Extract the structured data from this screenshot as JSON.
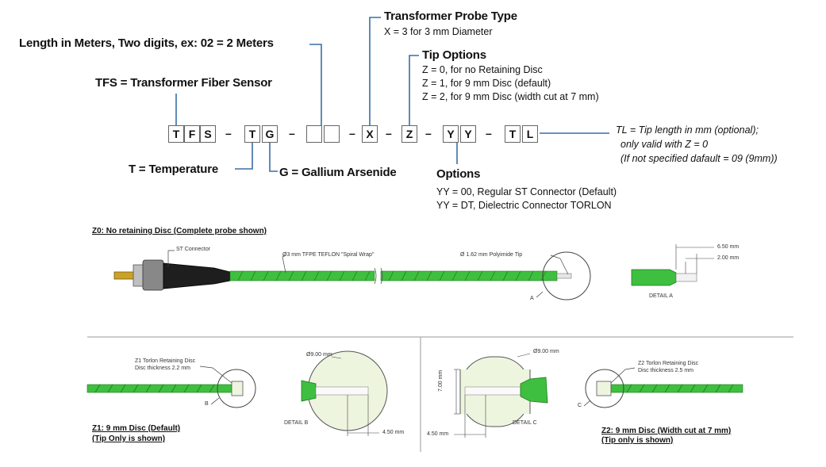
{
  "code": {
    "boxes": [
      "T",
      "F",
      "S",
      "T",
      "G",
      "",
      "",
      "X",
      "Z",
      "Y",
      "Y",
      "T",
      "L"
    ],
    "separator": "–"
  },
  "labels": {
    "probe_type_title": "Transformer Probe Type",
    "probe_type_desc": "X = 3 for 3 mm Diameter",
    "length": "Length in Meters, Two digits, ex: 02 = 2 Meters",
    "tfs": "TFS = Transformer Fiber Sensor",
    "tip_options_title": "Tip Options",
    "tip_options": [
      "Z = 0, for no Retaining Disc",
      "Z = 1, for 9 mm Disc (default)",
      "Z = 2, for 9 mm Disc (width cut at 7 mm)"
    ],
    "tl_lines": [
      "TL = Tip length in mm (optional);",
      "only valid with Z = 0",
      "(If not specified dafault = 09 (9mm))"
    ],
    "temperature": "T = Temperature",
    "gallium": "G = Gallium Arsenide",
    "options_title": "Options",
    "options": [
      "YY = 00, Regular ST Connector (Default)",
      "YY = DT, Dielectric Connector TORLON"
    ]
  },
  "drawing": {
    "z0_title": "Z0: No retaining Disc (Complete probe shown)",
    "st_connector": "ST Connector",
    "spiral_wrap": "Ø3 mm TFPE TEFLON \"Spiral Wrap\"",
    "polyimide_tip": "Ø 1.62 mm Polyimide Tip",
    "marker_a": "A",
    "detail_a": "DETAIL A",
    "dim_650": "6.50 mm",
    "dim_200": "2.00 mm",
    "z1_note_1": "Z1 Torlon Retaining Disc",
    "z1_note_2": "Disc thickness 2.2 mm",
    "marker_b": "B",
    "z1_title_1": "Z1: 9 mm Disc (Default)",
    "z1_title_2": "(Tip Only is shown)",
    "dia_900_b": "Ø9.00 mm",
    "detail_b": "DETAIL B",
    "dim_450_b": "4.50 mm",
    "dia_900_c": "Ø9.00 mm",
    "dim_700": "7.00 mm",
    "dim_450_c": "4.50 mm",
    "detail_c": "DETAIL C",
    "z2_note_1": "Z2 Torlon Retaining Disc",
    "z2_note_2": "Disc thickness 2.5 mm",
    "marker_c": "C",
    "z2_title_1": "Z2: 9 mm Disc (Width cut at 7 mm)",
    "z2_title_2": "(Tip only is shown)"
  },
  "colors": {
    "leader": "#3a6ea5",
    "fiber_green": "#3fbf3f",
    "fiber_stripe": "#1f7a1f",
    "disc_fill": "#eef5df",
    "brass": "#c9a227"
  }
}
